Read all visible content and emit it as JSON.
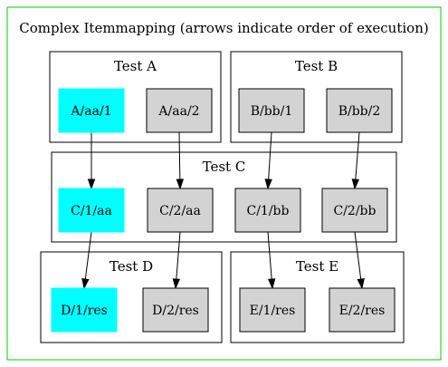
{
  "colors": {
    "background": "#ffffff",
    "outer_border": "#00cc00",
    "highlight_fill": "#00ffff",
    "default_fill": "#d3d3d3",
    "stroke": "#000000"
  },
  "title": "Complex Itemmapping (arrows indicate order of execution)",
  "clusters": [
    {
      "id": "A",
      "label": "Test A"
    },
    {
      "id": "B",
      "label": "Test B"
    },
    {
      "id": "C",
      "label": "Test C"
    },
    {
      "id": "D",
      "label": "Test D"
    },
    {
      "id": "E",
      "label": "Test E"
    }
  ],
  "nodes": [
    {
      "id": "A_aa_1",
      "label": "A/aa/1",
      "cluster": "A",
      "highlighted": true
    },
    {
      "id": "A_aa_2",
      "label": "A/aa/2",
      "cluster": "A",
      "highlighted": false
    },
    {
      "id": "B_bb_1",
      "label": "B/bb/1",
      "cluster": "B",
      "highlighted": false
    },
    {
      "id": "B_bb_2",
      "label": "B/bb/2",
      "cluster": "B",
      "highlighted": false
    },
    {
      "id": "C_1_aa",
      "label": "C/1/aa",
      "cluster": "C",
      "highlighted": true
    },
    {
      "id": "C_2_aa",
      "label": "C/2/aa",
      "cluster": "C",
      "highlighted": false
    },
    {
      "id": "C_1_bb",
      "label": "C/1/bb",
      "cluster": "C",
      "highlighted": false
    },
    {
      "id": "C_2_bb",
      "label": "C/2/bb",
      "cluster": "C",
      "highlighted": false
    },
    {
      "id": "D_1_res",
      "label": "D/1/res",
      "cluster": "D",
      "highlighted": true
    },
    {
      "id": "D_2_res",
      "label": "D/2/res",
      "cluster": "D",
      "highlighted": false
    },
    {
      "id": "E_1_res",
      "label": "E/1/res",
      "cluster": "E",
      "highlighted": false
    },
    {
      "id": "E_2_res",
      "label": "E/2/res",
      "cluster": "E",
      "highlighted": false
    }
  ],
  "edges": [
    {
      "from": "A_aa_1",
      "to": "C_1_aa"
    },
    {
      "from": "A_aa_2",
      "to": "C_2_aa"
    },
    {
      "from": "B_bb_1",
      "to": "C_1_bb"
    },
    {
      "from": "B_bb_2",
      "to": "C_2_bb"
    },
    {
      "from": "C_1_aa",
      "to": "D_1_res"
    },
    {
      "from": "C_2_aa",
      "to": "D_2_res"
    },
    {
      "from": "C_1_bb",
      "to": "E_1_res"
    },
    {
      "from": "C_2_bb",
      "to": "E_2_res"
    }
  ]
}
